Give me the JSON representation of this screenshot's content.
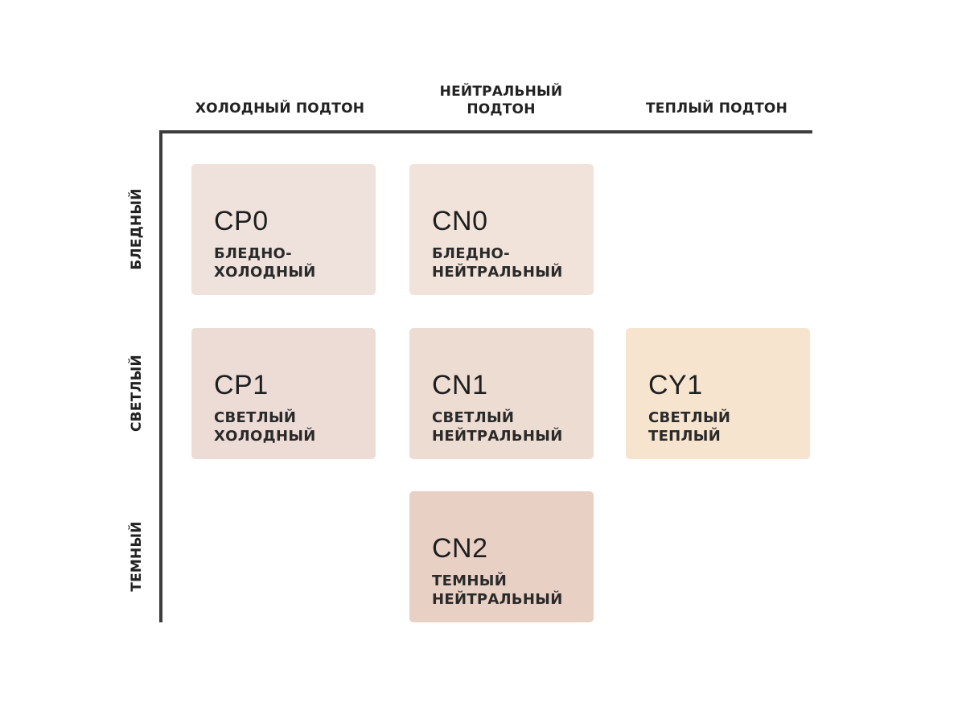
{
  "columns": {
    "cool": "ХОЛОДНЫЙ ПОДТОН",
    "neutral": "НЕЙТРАЛЬНЫЙ\nПОДТОН",
    "warm": "ТЕПЛЫЙ ПОДТОН"
  },
  "rows": {
    "pale": "БЛЕДНЫЙ",
    "light": "СВЕТЛЫЙ",
    "dark": "ТЕМНЫЙ"
  },
  "swatches": {
    "cp0": {
      "code": "CP0",
      "desc": "БЛЕДНО-\nХОЛОДНЫЙ",
      "color": "#efe2dc"
    },
    "cn0": {
      "code": "CN0",
      "desc": "БЛЕДНО-\nНЕЙТРАЛЬНЫЙ",
      "color": "#f1e3da"
    },
    "cp1": {
      "code": "CP1",
      "desc": "СВЕТЛЫЙ\nХОЛОДНЫЙ",
      "color": "#eddcd6"
    },
    "cn1": {
      "code": "CN1",
      "desc": "СВЕТЛЫЙ\nНЕЙТРАЛЬНЫЙ",
      "color": "#eddcd1"
    },
    "cy1": {
      "code": "CY1",
      "desc": "СВЕТЛЫЙ\nТЕПЛЫЙ",
      "color": "#f6e4cf"
    },
    "cn2": {
      "code": "CN2",
      "desc": "ТЕМНЫЙ\nНЕЙТРАЛЬНЫЙ",
      "color": "#e8d0c5"
    }
  }
}
